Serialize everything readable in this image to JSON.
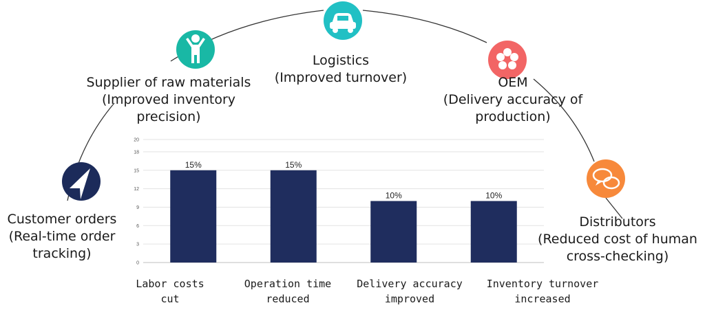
{
  "stages": [
    {
      "id": "customer",
      "title": "Customer orders",
      "subtitle": [
        "(Real-time order",
        "tracking)"
      ],
      "icon": "navigation-arrow-icon",
      "color": "#1c2b5a"
    },
    {
      "id": "supplier",
      "title": "Supplier of raw materials",
      "subtitle": [
        "(Improved inventory",
        "precision)"
      ],
      "icon": "person-icon",
      "color": "#19b8a5"
    },
    {
      "id": "logistics",
      "title": "Logistics",
      "subtitle": [
        "(Improved turnover)"
      ],
      "icon": "car-icon",
      "color": "#21c0c4"
    },
    {
      "id": "oem",
      "title": "OEM",
      "subtitle": [
        "(Delivery accuracy of",
        "production)"
      ],
      "icon": "flower-icon",
      "color": "#f26565"
    },
    {
      "id": "distributors",
      "title": "Distributors",
      "subtitle": [
        "(Reduced cost of human",
        "cross-checking)"
      ],
      "icon": "chat-bubbles-icon",
      "color": "#f7893b"
    }
  ],
  "chart_data": {
    "type": "bar",
    "categories": [
      [
        "Labor costs",
        "cut"
      ],
      [
        "Operation time",
        "reduced"
      ],
      [
        "Delivery accuracy",
        "improved"
      ],
      [
        "Inventory turnover",
        "increased"
      ]
    ],
    "values": [
      15,
      15,
      10,
      10
    ],
    "data_labels": [
      "15%",
      "15%",
      "10%",
      "10%"
    ],
    "yticks": [
      "0",
      "3",
      "6",
      "9",
      "12",
      "15",
      "18",
      "20"
    ],
    "ytick_values": [
      0,
      3,
      6,
      9,
      12,
      15,
      18,
      20
    ],
    "ylim": [
      0,
      20
    ],
    "grid": true,
    "bar_color": "#1f2d5e"
  }
}
